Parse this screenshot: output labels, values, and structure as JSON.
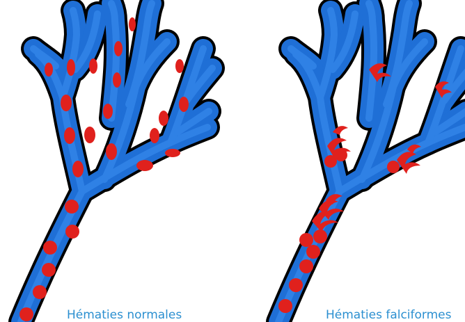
{
  "colors": {
    "vessel": "#1f6fd6",
    "vessel_outline": "#000000",
    "cell": "#e0211d",
    "caption": "#2b8fd0",
    "background": "#ffffff"
  },
  "panels": [
    {
      "caption": "Hématies normales",
      "cell_shape": "round"
    },
    {
      "caption": "Hématies falciformes",
      "cell_shape": "sickle"
    }
  ]
}
